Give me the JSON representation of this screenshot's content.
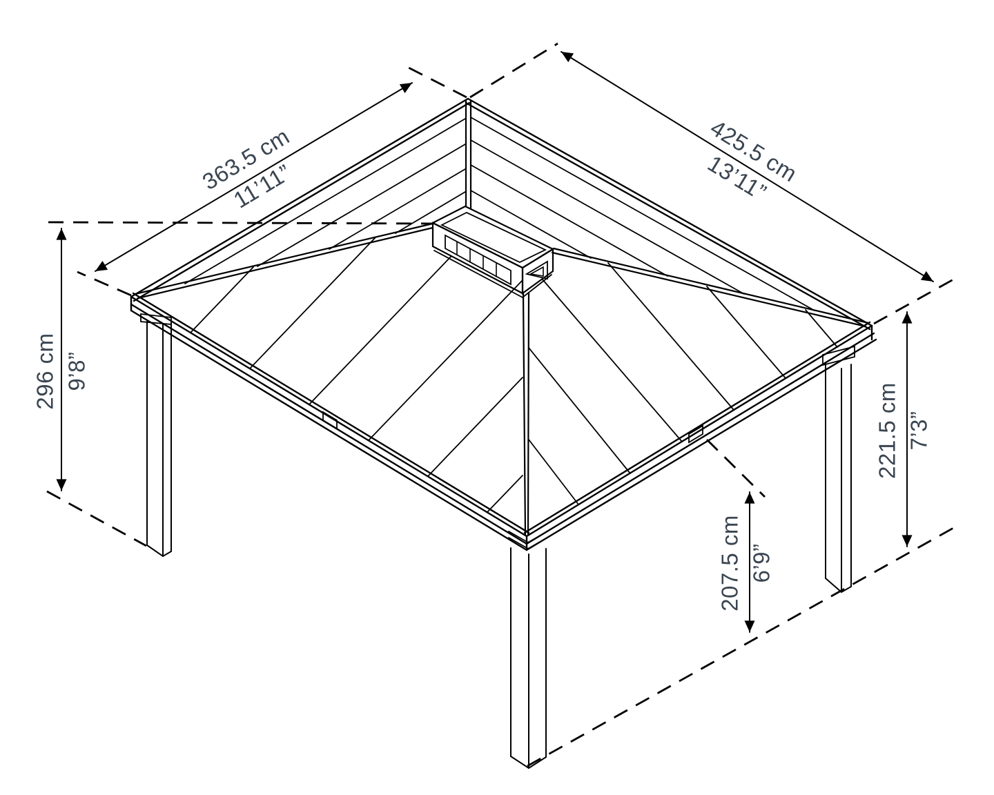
{
  "diagram": {
    "type": "gazebo-dimension-drawing",
    "dimensions": {
      "roof_edge_left": {
        "metric": "363.5 cm",
        "imperial": "11’11”"
      },
      "roof_edge_right": {
        "metric": "425.5 cm",
        "imperial": "13’11”"
      },
      "total_height": {
        "metric": "296 cm",
        "imperial": "9’8”"
      },
      "post_height": {
        "metric": "221.5 cm",
        "imperial": "7’3”"
      },
      "clearance_height": {
        "metric": "207.5 cm",
        "imperial": "6’9”"
      }
    },
    "colors": {
      "line": "#000000",
      "dimension_text": "#3a4551",
      "background": "#ffffff"
    }
  }
}
